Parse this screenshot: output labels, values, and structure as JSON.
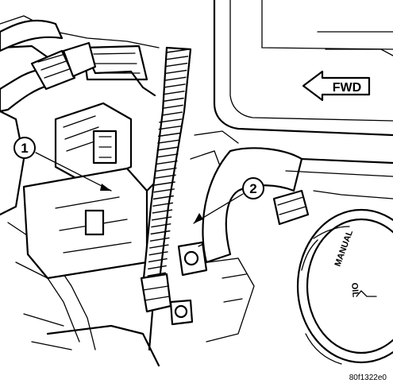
{
  "callouts": [
    {
      "label": "1"
    },
    {
      "label": "2"
    }
  ],
  "direction_badge": {
    "label": "FWD"
  },
  "cap_text": {
    "line": "MANUAL",
    "line2": "OIL"
  },
  "figure_code": "80f1322e0"
}
